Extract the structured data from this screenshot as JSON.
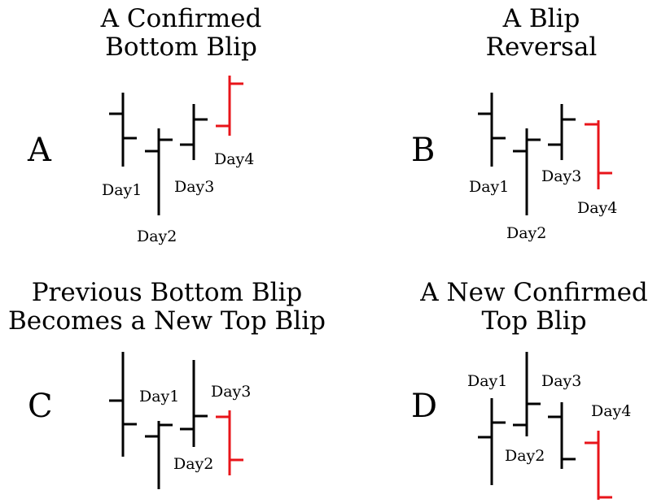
{
  "colors": {
    "bar": "#000000",
    "highlight": "#e8141a",
    "background": "#ffffff"
  },
  "panels": [
    {
      "letter": "A",
      "title": [
        "A Confirmed",
        "Bottom Blip"
      ],
      "bars": [
        {
          "label": "Day1",
          "color": "bar",
          "high": 114,
          "low": 205,
          "open": 140,
          "close": 170
        },
        {
          "label": "Day2",
          "color": "bar",
          "high": 158,
          "low": 265,
          "open": 186,
          "close": 172
        },
        {
          "label": "Day3",
          "color": "bar",
          "high": 128,
          "low": 197,
          "open": 178,
          "close": 147
        },
        {
          "label": "Day4",
          "color": "highlight",
          "high": 93,
          "low": 167,
          "open": 155,
          "close": 103
        }
      ]
    },
    {
      "letter": "B",
      "title": [
        "A Blip",
        "Reversal"
      ],
      "bars": [
        {
          "label": "Day1",
          "color": "bar",
          "high": 114,
          "low": 205,
          "open": 140,
          "close": 170
        },
        {
          "label": "Day2",
          "color": "bar",
          "high": 158,
          "low": 265,
          "open": 186,
          "close": 172
        },
        {
          "label": "Day3",
          "color": "bar",
          "high": 128,
          "low": 197,
          "open": 178,
          "close": 147
        },
        {
          "label": "Day4",
          "color": "highlight",
          "high": 148,
          "low": 233,
          "open": 153,
          "close": 213
        }
      ]
    },
    {
      "letter": "C",
      "title": [
        "Previous Bottom Blip",
        "Becomes a New Top Blip"
      ],
      "bars": [
        {
          "label": "Day1",
          "color": "bar",
          "high": 433,
          "low": 562,
          "open": 493,
          "close": 522
        },
        {
          "label": "Day2",
          "color": "bar",
          "high": 518,
          "low": 602,
          "open": 537,
          "close": 523
        },
        {
          "label": "Day3",
          "color": "bar",
          "high": 443,
          "low": 550,
          "open": 528,
          "close": 512
        },
        {
          "label": "",
          "color": "highlight",
          "high": 505,
          "low": 585,
          "open": 513,
          "close": 566
        }
      ]
    },
    {
      "letter": "D",
      "title": [
        "A New Confirmed",
        "Top Blip"
      ],
      "bars": [
        {
          "label": "Day1",
          "color": "bar",
          "high": 490,
          "low": 597,
          "open": 538,
          "close": 520
        },
        {
          "label": "Day2",
          "color": "bar",
          "high": 433,
          "low": 537,
          "open": 523,
          "close": 497
        },
        {
          "label": "Day3",
          "color": "bar",
          "high": 495,
          "low": 577,
          "open": 513,
          "close": 565
        },
        {
          "label": "Day4",
          "color": "highlight",
          "high": 530,
          "low": 615,
          "open": 545,
          "close": 612
        }
      ]
    }
  ]
}
